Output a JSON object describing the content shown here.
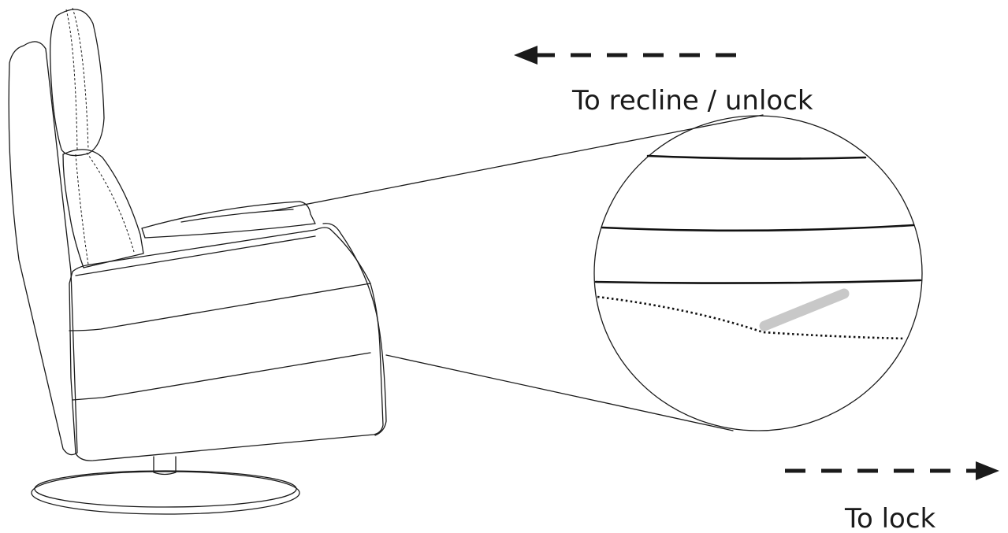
{
  "labels": {
    "recline": "To recline / unlock",
    "lock": "To lock"
  },
  "icons": {
    "recline_arrow": "arrow-left-dashed",
    "lock_arrow": "arrow-right-dashed"
  },
  "colors": {
    "line": "#1a1a1a",
    "lever": "#c8c8c8",
    "background": "#ffffff"
  }
}
